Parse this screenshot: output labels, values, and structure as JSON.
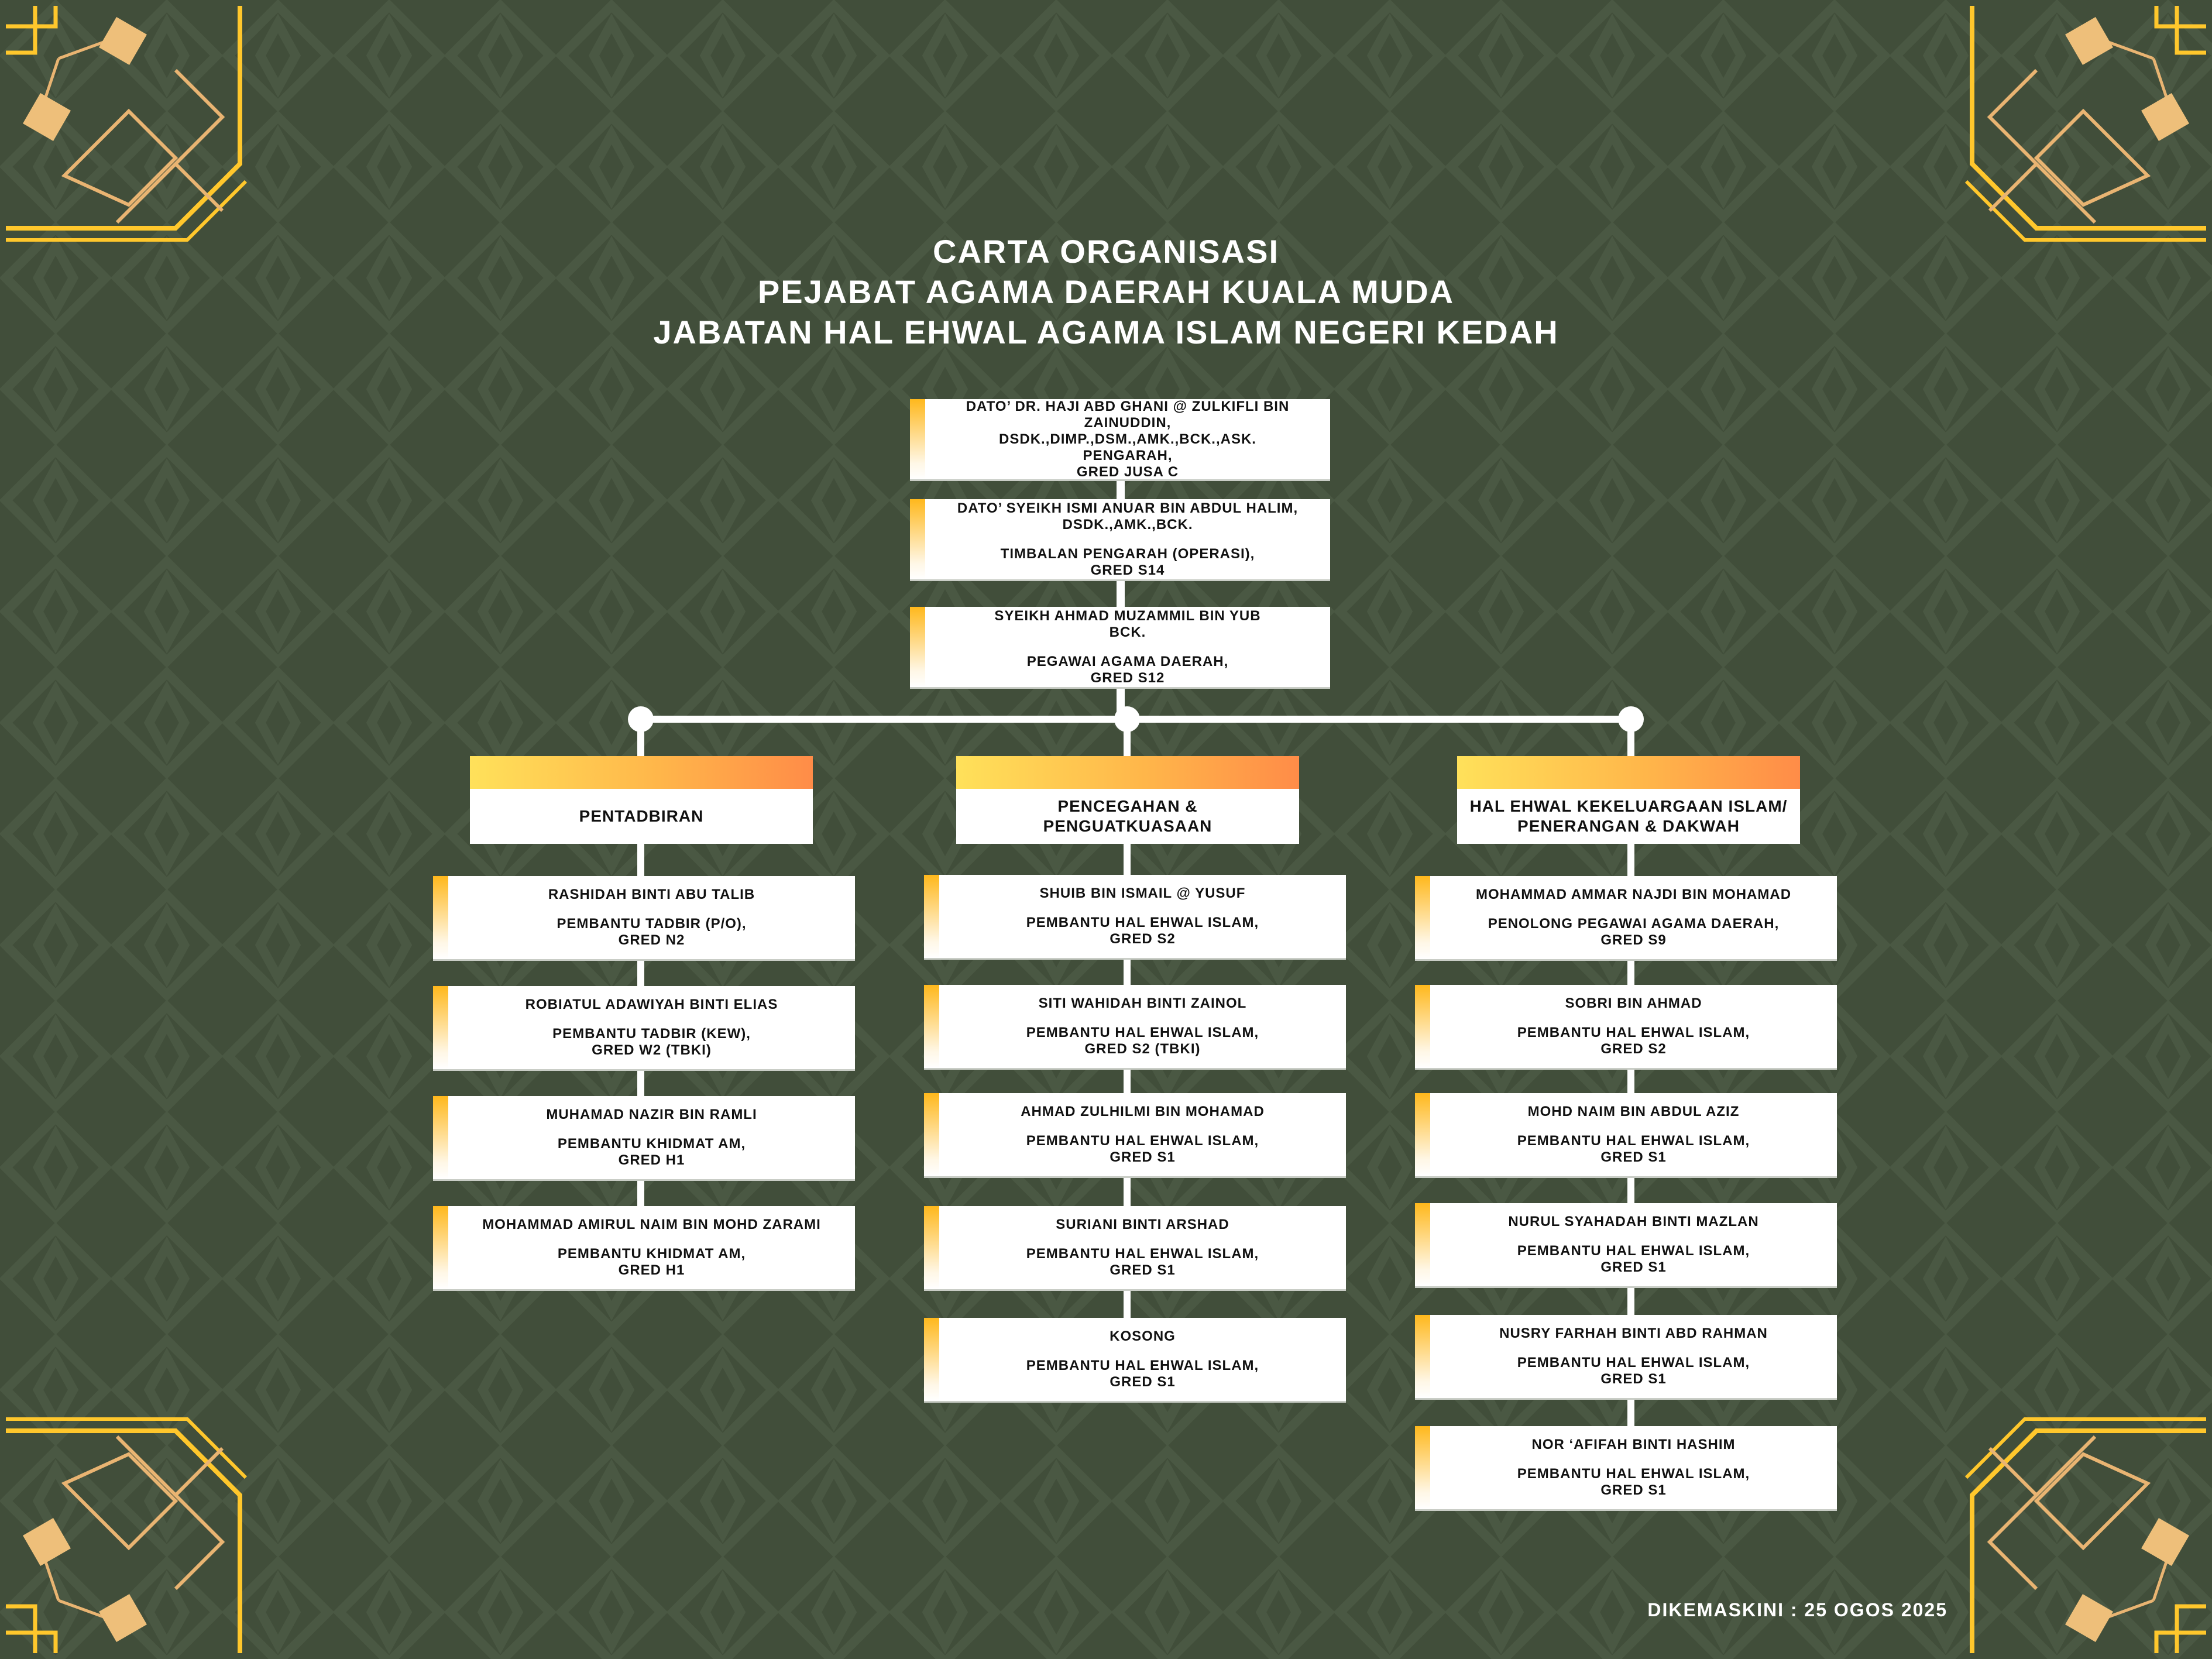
{
  "title": [
    "CARTA ORGANISASI",
    "PEJABAT AGAMA DAERAH KUALA MUDA",
    "JABATAN HAL EHWAL AGAMA ISLAM NEGERI KEDAH"
  ],
  "top": [
    {
      "name": [
        "DATO’ DR. HAJI ABD GHANI @ ZULKIFLI BIN ZAINUDDIN,",
        "DSDK.,DIMP.,DSM.,AMK.,BCK.,ASK."
      ],
      "role": [
        "PENGARAH,",
        "GRED JUSA C"
      ]
    },
    {
      "name": [
        "DATO’ SYEIKH ISMI ANUAR BIN ABDUL HALIM,",
        "DSDK.,AMK.,BCK."
      ],
      "role": [
        "TIMBALAN PENGARAH (OPERASI),",
        "GRED S14"
      ]
    },
    {
      "name": [
        "SYEIKH AHMAD MUZAMMIL BIN YUB",
        "BCK."
      ],
      "role": [
        "PEGAWAI AGAMA DAERAH,",
        "GRED S12"
      ]
    }
  ],
  "units": [
    {
      "label": [
        "PENTADBIRAN"
      ],
      "members": [
        {
          "name": "RASHIDAH BINTI ABU TALIB",
          "role": [
            "PEMBANTU TADBIR (P/O),",
            "GRED N2"
          ]
        },
        {
          "name": "ROBIATUL ADAWIYAH BINTI ELIAS",
          "role": [
            "PEMBANTU TADBIR (KEW),",
            "GRED W2 (TBKI)"
          ]
        },
        {
          "name": "MUHAMAD NAZIR BIN RAMLI",
          "role": [
            "PEMBANTU KHIDMAT AM,",
            "GRED H1"
          ]
        },
        {
          "name": "MOHAMMAD AMIRUL NAIM BIN MOHD ZARAMI",
          "role": [
            "PEMBANTU KHIDMAT AM,",
            "GRED H1"
          ]
        }
      ]
    },
    {
      "label": [
        "PENCEGAHAN &",
        "PENGUATKUASAAN"
      ],
      "members": [
        {
          "name": "SHUIB BIN ISMAIL @ YUSUF",
          "role": [
            "PEMBANTU HAL EHWAL ISLAM,",
            "GRED S2"
          ]
        },
        {
          "name": "SITI WAHIDAH BINTI ZAINOL",
          "role": [
            "PEMBANTU HAL EHWAL ISLAM,",
            "GRED S2 (TBKI)"
          ]
        },
        {
          "name": "AHMAD ZULHILMI BIN MOHAMAD",
          "role": [
            "PEMBANTU HAL EHWAL ISLAM,",
            "GRED S1"
          ]
        },
        {
          "name": "SURIANI BINTI ARSHAD",
          "role": [
            "PEMBANTU HAL EHWAL ISLAM,",
            "GRED S1"
          ]
        },
        {
          "name": "KOSONG",
          "role": [
            "PEMBANTU HAL EHWAL ISLAM,",
            "GRED S1"
          ]
        }
      ]
    },
    {
      "label": [
        "HAL EHWAL KEKELUARGAAN ISLAM/",
        "PENERANGAN & DAKWAH"
      ],
      "members": [
        {
          "name": "MOHAMMAD AMMAR NAJDI BIN MOHAMAD",
          "role": [
            "PENOLONG PEGAWAI AGAMA DAERAH,",
            "GRED S9"
          ]
        },
        {
          "name": "SOBRI BIN AHMAD",
          "role": [
            "PEMBANTU HAL EHWAL ISLAM,",
            "GRED S2"
          ]
        },
        {
          "name": "MOHD NAIM BIN ABDUL AZIZ",
          "role": [
            "PEMBANTU HAL EHWAL ISLAM,",
            "GRED S1"
          ]
        },
        {
          "name": "NURUL SYAHADAH BINTI MAZLAN",
          "role": [
            "PEMBANTU HAL EHWAL ISLAM,",
            "GRED S1"
          ]
        },
        {
          "name": "NUSRY FARHAH BINTI ABD RAHMAN",
          "role": [
            "PEMBANTU HAL EHWAL ISLAM,",
            "GRED S1"
          ]
        },
        {
          "name": "NOR ‘AFIFAH BINTI HASHIM",
          "role": [
            "PEMBANTU HAL EHWAL ISLAM,",
            "GRED S1"
          ]
        }
      ]
    }
  ],
  "footer": "DIKEMASKINI : 25 OGOS 2025"
}
